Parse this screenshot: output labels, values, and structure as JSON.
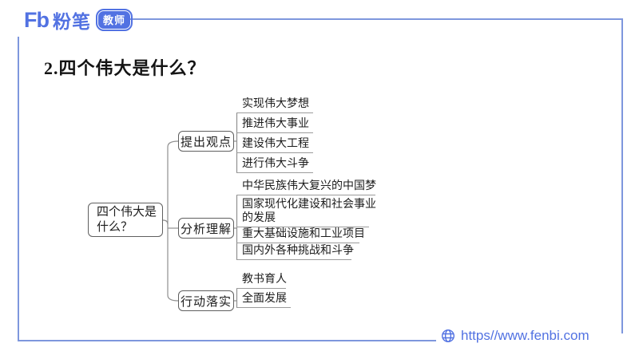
{
  "brand": {
    "mark": "Fb",
    "name": "粉笔",
    "badge": "教师"
  },
  "title": "2.四个伟大是什么？",
  "mindmap": {
    "root": "四个伟大是\n什么？",
    "branches": [
      {
        "label": "提出观点",
        "children": [
          "实现伟大梦想",
          "推进伟大事业",
          "建设伟大工程",
          "进行伟大斗争"
        ]
      },
      {
        "label": "分析理解",
        "children": [
          "中华民族伟大复兴的中国梦",
          "国家现代化建设和社会事业\n的发展",
          "重大基础设施和工业项目",
          "国内外各种挑战和斗争"
        ]
      },
      {
        "label": "行动落实",
        "children": [
          "教书育人",
          "全面发展"
        ]
      }
    ]
  },
  "footer": {
    "url": "https//www.fenbi.com"
  },
  "colors": {
    "brand_blue": "#5272e2",
    "frame_blue": "#7e97dd",
    "node_border_gray": "#5f5f5f",
    "leaf_line_gray": "#9b9b9b"
  }
}
